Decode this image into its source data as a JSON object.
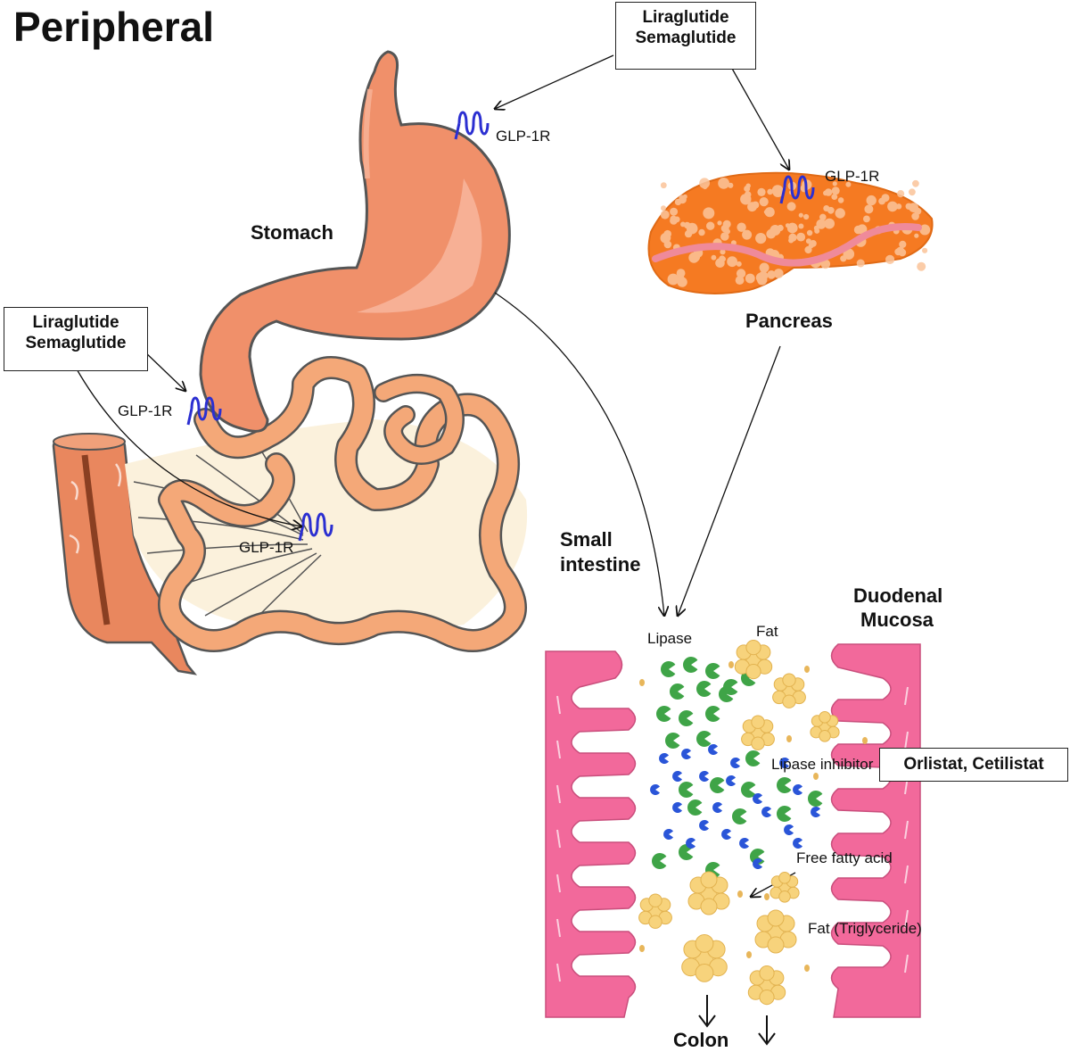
{
  "title": "Peripheral",
  "organs": {
    "stomach": "Stomach",
    "pancreas": "Pancreas",
    "small_intestine_line1": "Small",
    "small_intestine_line2": "intestine",
    "duodenal_line1": "Duodenal",
    "duodenal_line2": "Mucosa",
    "colon": "Colon"
  },
  "drug_boxes": {
    "glp1_top": [
      "Liraglutide",
      "Semaglutide"
    ],
    "glp1_left": [
      "Liraglutide",
      "Semaglutide"
    ],
    "lipase_inhibitor_drugs": "Orlistat, Cetilistat"
  },
  "receptor_label": "GLP-1R",
  "mucosa_labels": {
    "lipase": "Lipase",
    "fat": "Fat",
    "lipase_inhibitor": "Lipase inhibitor",
    "free_fatty_acid": "Free fatty acid",
    "fat_triglyceride": "Fat (Triglyceride)"
  },
  "colors": {
    "stomach": "#f0906a",
    "intestine": "#f4a878",
    "colon": "#e9875e",
    "mesentery": "#fbf1dc",
    "pancreas": "#f57a22",
    "mucosa": "#f2699b",
    "receptor": "#2b2fd1",
    "lipase": "#3fa447",
    "inhibitor": "#2a55d8",
    "fat": "#f7d37c"
  }
}
